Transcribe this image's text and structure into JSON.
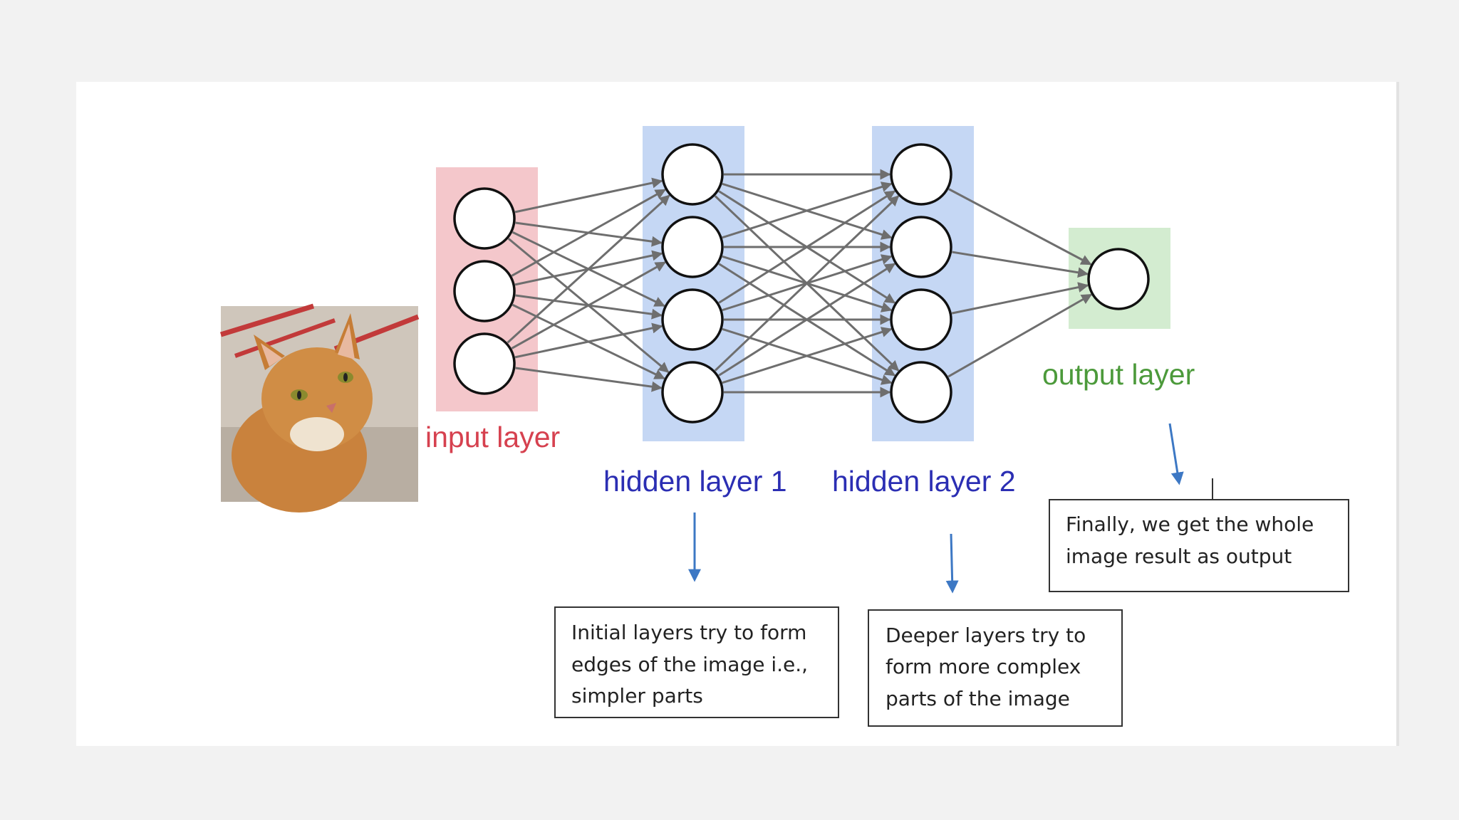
{
  "colors": {
    "input_band": "#f4c7cb",
    "hidden_band": "#c5d7f4",
    "output_band": "#d3ecd0",
    "input_label": "#d6414f",
    "hidden_label": "#2b2eb3",
    "output_label": "#4c9a3b",
    "arrow": "#3d78c4",
    "connection": "#6e6e6e"
  },
  "diagram": {
    "image_description": "orange tabby cat photo",
    "layers": [
      {
        "id": "input",
        "label": "input layer",
        "neurons": 3
      },
      {
        "id": "hidden1",
        "label": "hidden layer 1",
        "neurons": 4
      },
      {
        "id": "hidden2",
        "label": "hidden layer 2",
        "neurons": 4
      },
      {
        "id": "output",
        "label": "output layer",
        "neurons": 1
      }
    ],
    "notes": {
      "hidden1": [
        "Initial layers try to form",
        "edges of the image i.e.,",
        "simpler parts"
      ],
      "hidden2": [
        "Deeper layers try to",
        "form more complex",
        "parts of the image"
      ],
      "output": [
        "Finally, we get the whole",
        "image result as output"
      ]
    }
  }
}
